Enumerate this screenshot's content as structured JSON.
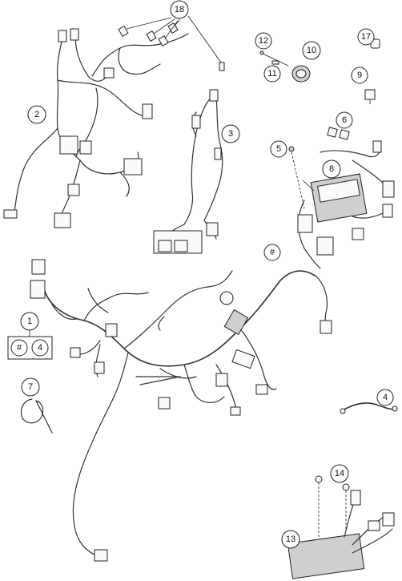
{
  "callouts": {
    "c1": "1",
    "c2": "2",
    "c3": "3",
    "c4": "4",
    "c5": "5",
    "c6": "6",
    "c7": "7",
    "c8": "8",
    "c9": "9",
    "c10": "10",
    "c11": "11",
    "c12": "12",
    "c13": "13",
    "c14": "14",
    "c17": "17",
    "c18": "18",
    "hash_main": "#"
  },
  "group_box": {
    "hash": "#",
    "four": "4"
  }
}
